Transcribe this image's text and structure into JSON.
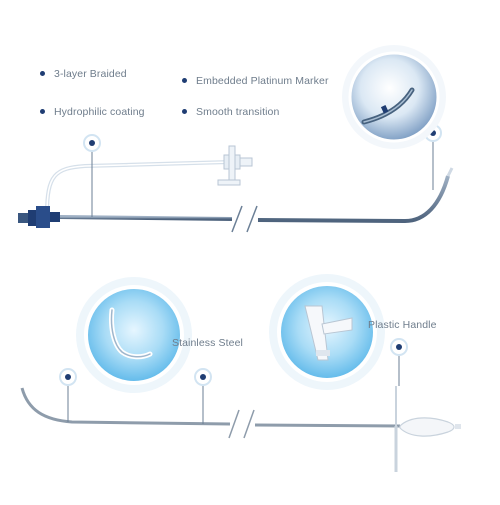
{
  "features": [
    {
      "label": "3-layer Braided"
    },
    {
      "label": "Hydrophilic coating"
    },
    {
      "label": "Embedded Platinum Marker"
    },
    {
      "label": "Smooth transition"
    }
  ],
  "callouts": {
    "stainless": "Stainless Steel",
    "plastic_handle": "Plastic Handle"
  },
  "colors": {
    "navy": "#1f3d73",
    "text": "#6f7d8c",
    "bubble": "#cfe9f8",
    "tube": "#6b7f96"
  }
}
